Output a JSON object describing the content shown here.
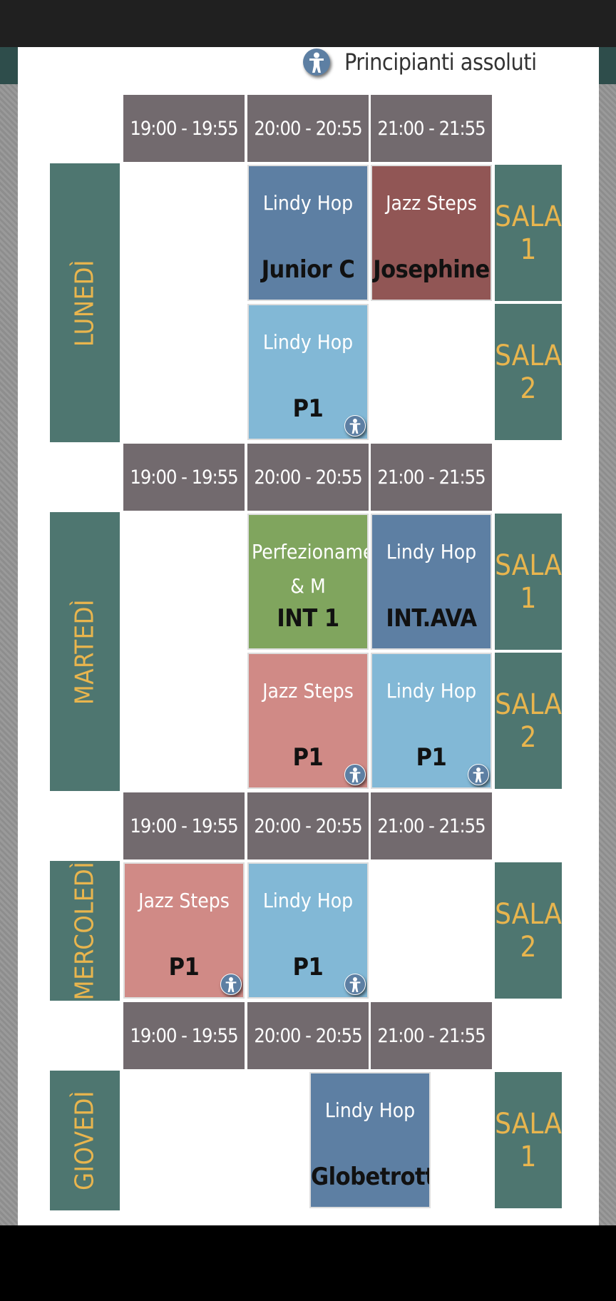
{
  "legend": {
    "label": "Principianti assoluti",
    "icon": "beginner-person-icon",
    "icon_color": "#5d7fa3"
  },
  "colors": {
    "time_bg": "#726a6e",
    "day_bg": "#4e7670",
    "day_text": "#e8b54e",
    "lindy_dark": "#5d7fa3",
    "lindy_light": "#82b8d6",
    "jazz_dark": "#915655",
    "jazz_light": "#d08a86",
    "perf": "#80a55e"
  },
  "time_slots": [
    "19:00 - 19:55",
    "20:00 - 20:55",
    "21:00 - 21:55"
  ],
  "days": [
    {
      "name": "LUNEDÌ",
      "rooms": [
        {
          "label1": "SALA",
          "label2": "1"
        },
        {
          "label1": "SALA",
          "label2": "2"
        }
      ],
      "classes": [
        {
          "style": "Lindy Hop",
          "level": "Junior C",
          "beginner": false
        },
        {
          "style": "Jazz Steps",
          "level": "Josephine",
          "beginner": false
        },
        {
          "style": "Lindy Hop",
          "level": "P1",
          "beginner": true
        }
      ]
    },
    {
      "name": "MARTEDÌ",
      "rooms": [
        {
          "label1": "SALA",
          "label2": "1"
        },
        {
          "label1": "SALA",
          "label2": "2"
        }
      ],
      "classes": [
        {
          "style": "Perfezionamento",
          "style2": "& M",
          "level": "INT 1",
          "beginner": false
        },
        {
          "style": "Lindy Hop",
          "level": "INT.AVA",
          "beginner": false
        },
        {
          "style": "Jazz Steps",
          "level": "P1",
          "beginner": true
        },
        {
          "style": "Lindy Hop",
          "level": "P1",
          "beginner": true
        }
      ]
    },
    {
      "name": "MERCOLEDÌ",
      "rooms": [
        {
          "label1": "SALA",
          "label2": "2"
        }
      ],
      "classes": [
        {
          "style": "Jazz Steps",
          "level": "P1",
          "beginner": true
        },
        {
          "style": "Lindy Hop",
          "level": "P1",
          "beginner": true
        }
      ]
    },
    {
      "name": "GIOVEDÌ",
      "rooms": [
        {
          "label1": "SALA",
          "label2": "1"
        }
      ],
      "classes": [
        {
          "style": "Lindy Hop",
          "level": "Globetrotter",
          "beginner": false
        }
      ]
    }
  ]
}
